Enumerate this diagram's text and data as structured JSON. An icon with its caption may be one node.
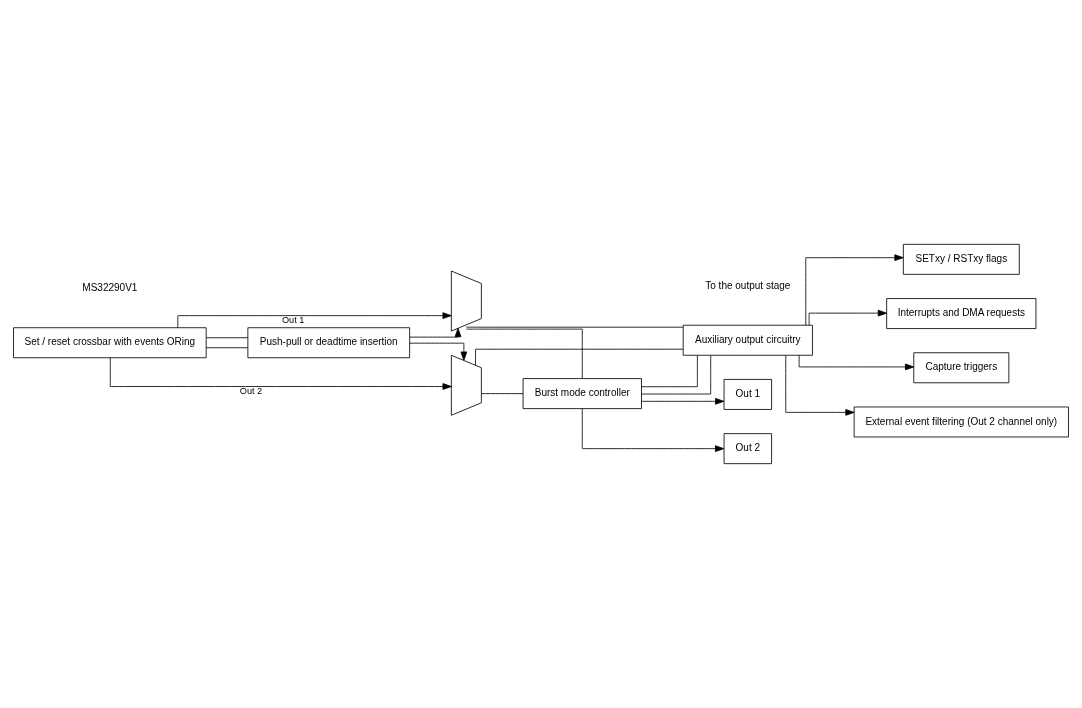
{
  "diagram": {
    "nodes": [
      {
        "text": [
          "Set / reset crossbar with events ORing"
        ]
      },
      {
        "text": [
          "Push-pull or deadtime insertion"
        ]
      },
      {
        "text": [],
        "shape": "trapezium"
      },
      {
        "text": [],
        "shape": "trapezium"
      },
      {
        "text": [
          "Burst mode controller"
        ]
      },
      {
        "text": [
          "Auxiliary output circuitry"
        ]
      },
      {
        "text": [
          "Out 1"
        ]
      },
      {
        "text": [
          "Out 2"
        ]
      },
      {
        "text": [
          "SETxy / RSTxy flags"
        ]
      },
      {
        "text": [
          "Interrupts and DMA requests"
        ]
      },
      {
        "text": [
          "Capture triggers"
        ]
      },
      {
        "text": [
          "External event filtering (Out 2 channel only)"
        ]
      }
    ],
    "edges": [
      {
        "from": 0,
        "to": 2,
        "arrow": "to",
        "label": "Out 1"
      },
      {
        "from": 0,
        "to": 1,
        "arrow": "none"
      },
      {
        "from": 0,
        "to": 3,
        "arrow": "to",
        "label": "Out 2"
      },
      {
        "from": 0,
        "to": 1,
        "arrow": "none"
      },
      {
        "from": 1,
        "to": 2,
        "arrow": "to"
      },
      {
        "from": 1,
        "to": 3,
        "arrow": "to"
      },
      {
        "from": 2,
        "to": 4,
        "arrow": "none"
      },
      {
        "from": 3,
        "to": 4,
        "arrow": "none"
      },
      {
        "from": 2,
        "to": 5,
        "arrow": "none"
      },
      {
        "from": 3,
        "to": 5,
        "arrow": "none"
      },
      {
        "from": 4,
        "to": 6,
        "arrow": "to"
      },
      {
        "from": 4,
        "to": 7,
        "arrow": "to"
      },
      {
        "from": 4,
        "to": 5,
        "arrow": "none"
      },
      {
        "from": 4,
        "to": 5,
        "arrow": "none"
      },
      {
        "from": 5,
        "to": 8,
        "arrow": "to"
      },
      {
        "from": 5,
        "to": 9,
        "arrow": "to"
      },
      {
        "from": 5,
        "to": 10,
        "arrow": "to"
      },
      {
        "from": 5,
        "to": 11,
        "arrow": "to"
      }
    ],
    "labels": [
      "To the output stage",
      "MS32290V1"
    ]
  }
}
